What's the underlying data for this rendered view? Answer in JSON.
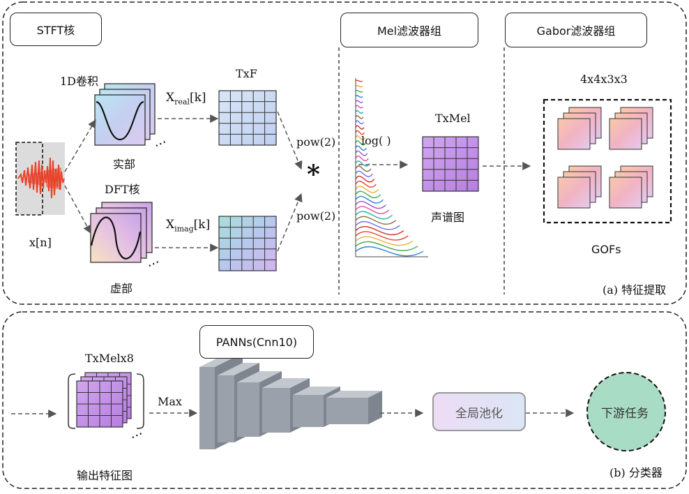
{
  "feature_section": {
    "caption": "(a) 特征提取",
    "stft_title": "STFT核",
    "mel_title": "Mel滤波器组",
    "gabor_title": "Gabor滤波器组",
    "conv_label": "1D卷积",
    "dft_label": "DFT核",
    "real_label": "实部",
    "imag_label": "虚部",
    "input_label": "x[n]",
    "x_real_main": "X",
    "x_real_sub": "real",
    "x_real_tail": "[k]",
    "x_imag_main": "X",
    "x_imag_sub": "imag",
    "x_imag_tail": "[k]",
    "txf_label": "TxF",
    "pow_top": "pow(2)",
    "pow_bottom": "pow(2)",
    "multiply_symbol": "*",
    "log_label": "log( )",
    "txmel_label": "TxMel",
    "spectrogram_label": "声谱图",
    "gabor_dims": "4x4x3x3",
    "gofs_label": "GOFs",
    "ellipsis": "⋯"
  },
  "classifier_section": {
    "caption": "(b) 分类器",
    "txmelx8_label": "TxMelx8",
    "output_feature_label": "输出特征图",
    "max_label": "Max",
    "panns_title": "PANNs(Cnn10)",
    "global_pool_label": "全局池化",
    "downstream_label": "下游任务"
  },
  "colors": {
    "waveform": "#e8442a",
    "grid_blue": "#c9d9f2",
    "grid_purple": "#bf8ee3",
    "grid_teal": "#9fd3c7",
    "cnn_gray": "#9aa1ab",
    "pool_fill": "#e6e0f3",
    "downstream_fill": "#a9dcc5"
  },
  "icons": [
    "sine-wave-icon",
    "cosine-wave-icon",
    "grid-icon",
    "waveform-icon",
    "mel-filter-curves-icon",
    "gabor-filter-icon",
    "cnn-block-icon"
  ]
}
